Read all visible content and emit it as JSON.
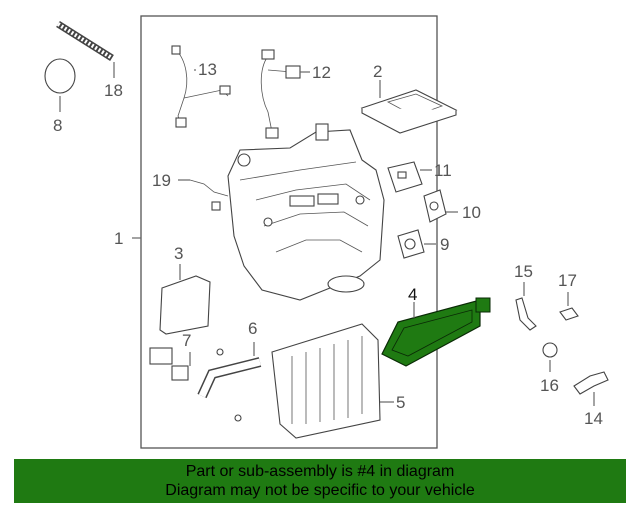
{
  "diagram": {
    "callouts": {
      "c1": "1",
      "c2": "2",
      "c3": "3",
      "c4": "4",
      "c5": "5",
      "c6": "6",
      "c7": "7",
      "c8": "8",
      "c9": "9",
      "c10": "10",
      "c11": "11",
      "c12": "12",
      "c13": "13",
      "c14": "14",
      "c15": "15",
      "c16": "16",
      "c17": "17",
      "c18": "18",
      "c19": "19"
    },
    "highlight_color": "#1f7a12"
  },
  "banner": {
    "line1": "Part or sub-assembly is #4 in diagram",
    "line2": "Diagram may not be specific to your vehicle",
    "background": "#1f7a12"
  }
}
